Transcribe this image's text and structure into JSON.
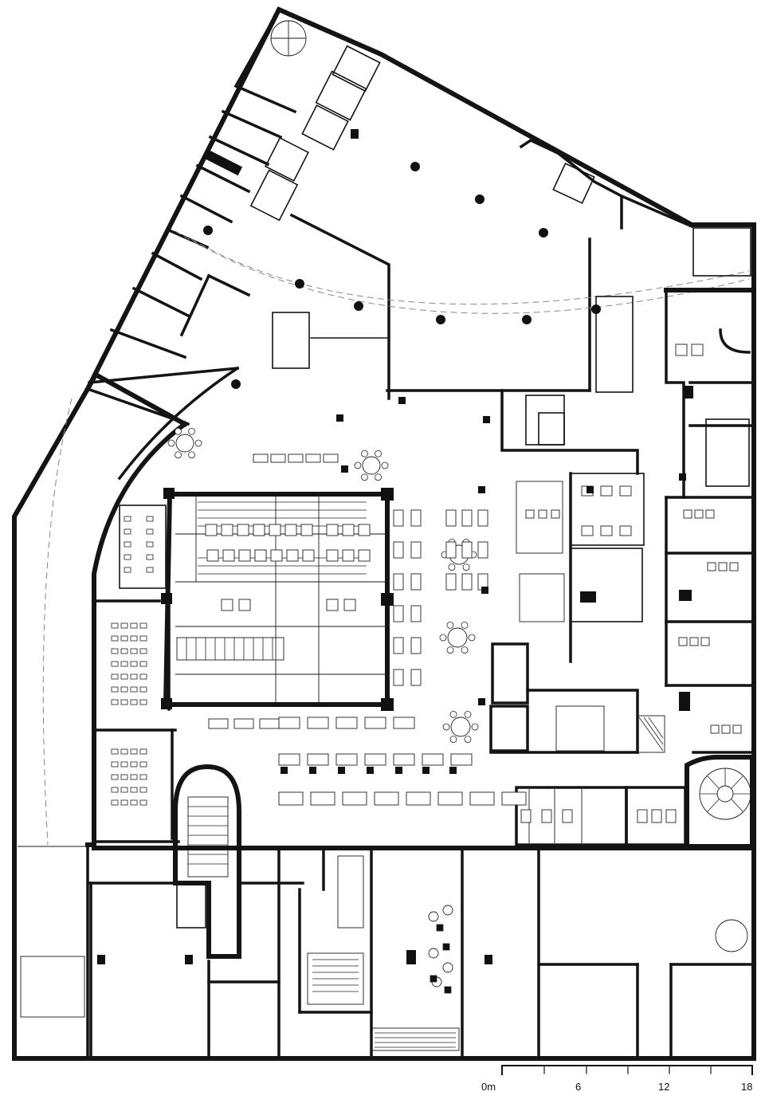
{
  "plan": {
    "scale_bar": {
      "labels": [
        "0m",
        "6",
        "12",
        "18"
      ]
    }
  }
}
